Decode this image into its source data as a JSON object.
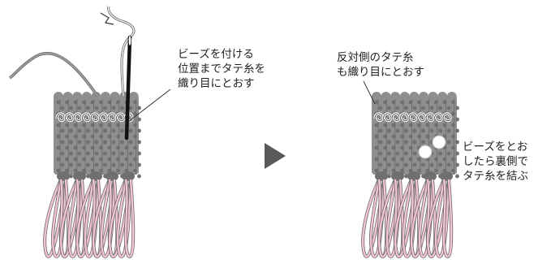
{
  "colors": {
    "weave": "#8f8f8f",
    "weave_dark": "#6f6f6f",
    "warp_line": "#3a3a3a",
    "fringe": "#f3c4d3",
    "fringe_outline": "#6b6b6b",
    "thread": "#9a9a9a",
    "needle": "#111111",
    "bead": "#ffffff",
    "arrow": "#595959"
  },
  "left_panel": {
    "caption": [
      "ビーズを付ける",
      "位置までタテ糸を",
      "織り目にとおす"
    ]
  },
  "right_panel": {
    "caption_top": [
      "反対側のタテ糸",
      "も織り目にとおす"
    ],
    "caption_side": [
      "ビーズをとお",
      "したら裏側で",
      "タテ糸を結ぶ"
    ]
  },
  "icons": {
    "needle": "needle-icon",
    "arrow": "play-arrow-icon",
    "bead": "bead-icon"
  }
}
